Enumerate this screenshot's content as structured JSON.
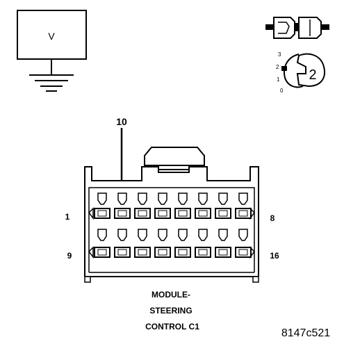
{
  "meter": {
    "label": "V"
  },
  "ignition": {
    "positions": [
      "3",
      "2",
      "1",
      "0"
    ],
    "callout": "2"
  },
  "connector": {
    "pointer_label": "10",
    "pin_row_top_left": "1",
    "pin_row_top_right": "8",
    "pin_row_bottom_left": "9",
    "pin_row_bottom_right": "16",
    "caption_lines": [
      "MODULE-",
      "STEERING",
      "CONTROL C1"
    ]
  },
  "figure_id": "8147c521"
}
